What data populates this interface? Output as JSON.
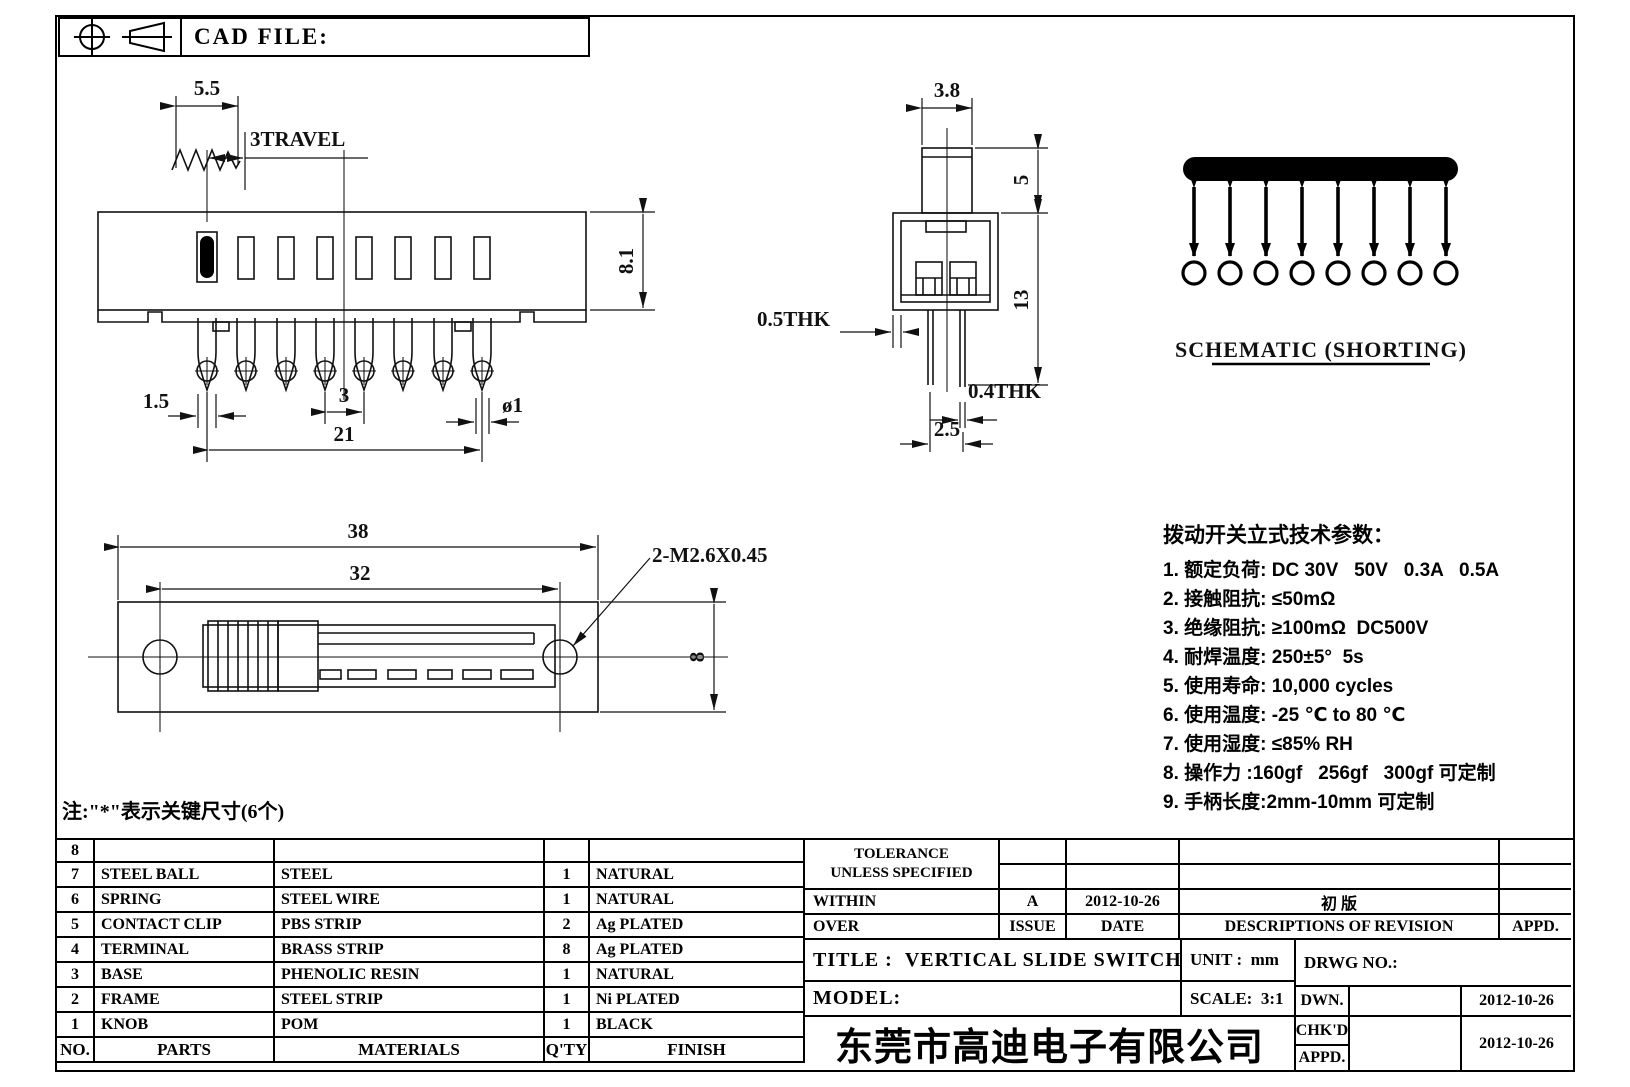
{
  "sheet": {
    "cad_file_label": "CAD FILE:",
    "note": "注:\"*\"表示关键尺寸(6个)"
  },
  "front_view": {
    "dim_knob_width": "5.5",
    "dim_travel": "3TRAVEL",
    "dim_height": "8.1",
    "dim_pin_width": "1.5",
    "dim_pin_pitch": "3",
    "dim_hole": "ø1",
    "dim_span": "21"
  },
  "side_view": {
    "dim_knob_width": "3.8",
    "dim_knob_height": "5",
    "dim_height": "13",
    "dim_frame_thickness": "0.5THK",
    "dim_terminal_thickness": "0.4THK",
    "dim_terminal_pitch": "2.5"
  },
  "schematic": {
    "caption": "SCHEMATIC (SHORTING)",
    "poles": 8
  },
  "top_view": {
    "dim_overall_length": "38",
    "dim_mount_pitch": "32",
    "dim_screw": "2-M2.6X0.45",
    "dim_width": "8"
  },
  "tech_params": {
    "title": "拨动开关立式技术参数：",
    "items": [
      "1. 额定负荷: DC 30V   50V   0.3A   0.5A",
      "2. 接触阻抗: ≤50mΩ",
      "3. 绝缘阻抗: ≥100mΩ  DC500V",
      "4. 耐焊温度: 250±5°  5s",
      "5. 使用寿命: 10,000 cycles",
      "6. 使用温度: -25 ℃ to 80 ℃",
      "7. 使用湿度: ≤85% RH",
      "8. 操作力 :160gf   256gf   300gf 可定制",
      "9. 手柄长度:2mm-10mm 可定制"
    ]
  },
  "parts_table": {
    "headers": {
      "no": "NO.",
      "parts": "PARTS",
      "materials": "MATERIALS",
      "qty": "Q'TY",
      "finish": "FINISH"
    },
    "rows": [
      {
        "no": "8",
        "parts": "",
        "materials": "",
        "qty": "",
        "finish": ""
      },
      {
        "no": "7",
        "parts": "STEEL BALL",
        "materials": "STEEL",
        "qty": "1",
        "finish": "NATURAL"
      },
      {
        "no": "6",
        "parts": "SPRING",
        "materials": "STEEL WIRE",
        "qty": "1",
        "finish": "NATURAL"
      },
      {
        "no": "5",
        "parts": "CONTACT CLIP",
        "materials": "PBS STRIP",
        "qty": "2",
        "finish": "Ag PLATED"
      },
      {
        "no": "4",
        "parts": "TERMINAL",
        "materials": "BRASS STRIP",
        "qty": "8",
        "finish": "Ag PLATED"
      },
      {
        "no": "3",
        "parts": "BASE",
        "materials": "PHENOLIC RESIN",
        "qty": "1",
        "finish": "NATURAL"
      },
      {
        "no": "2",
        "parts": "FRAME",
        "materials": "STEEL STRIP",
        "qty": "1",
        "finish": "Ni PLATED"
      },
      {
        "no": "1",
        "parts": "KNOB",
        "materials": "POM",
        "qty": "1",
        "finish": "BLACK"
      }
    ]
  },
  "title_block": {
    "tolerance_line1": "TOLERANCE",
    "tolerance_line2": "UNLESS  SPECIFIED",
    "within_label": "WITHIN",
    "over_label": "OVER",
    "issue_value": "A",
    "issue_label": "ISSUE",
    "date_value": "2012-10-26",
    "date_label": "DATE",
    "revision_value": "初 版",
    "revision_label": "DESCRIPTIONS OF REVISION",
    "appd_label": "APPD.",
    "title_label": "TITLE :",
    "title_value": "VERTICAL SLIDE SWITCH",
    "unit_label": "UNIT :",
    "unit_value": "mm",
    "model_label": "MODEL:",
    "scale_label": "SCALE:",
    "scale_value": "3:1",
    "drwg_label": "DRWG NO.:",
    "dwn_label": "DWN.",
    "dwn_date": "2012-10-26",
    "chkd_label": "CHK'D",
    "appd2_label": "APPD.",
    "chk_appd_date": "2012-10-26",
    "company": "东莞市高迪电子有限公司"
  }
}
